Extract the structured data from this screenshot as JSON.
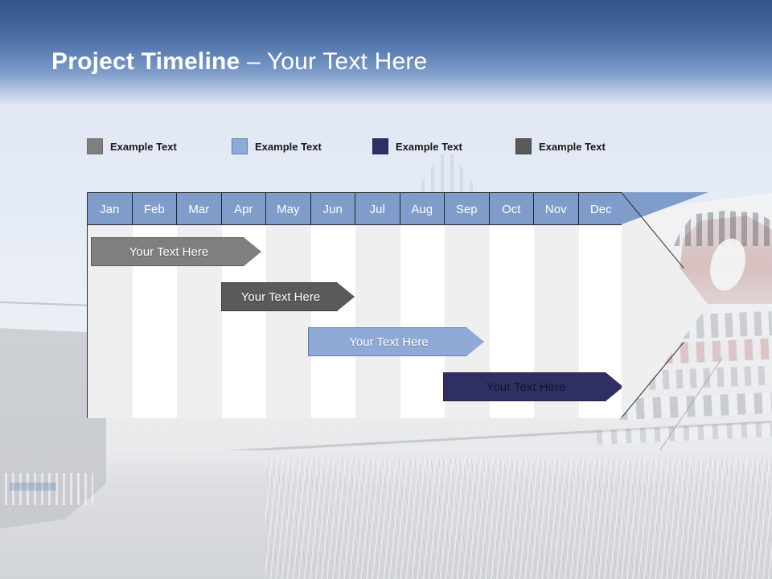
{
  "slide": {
    "title_bold": "Project Timeline",
    "title_dash": " – ",
    "title_rest": "Your Text Here",
    "background_image": "cruise-ship-photo"
  },
  "colors": {
    "band_top": "#33548d",
    "band_bottom": "#e2e9f4",
    "header_blue": "#7f9ccb",
    "stripe_shade": "#efefef",
    "stripe_plain": "#ffffff",
    "bar_gray_light": "#7f7f7f",
    "bar_gray_dark": "#5a5a5a",
    "bar_blue": "#8faad7",
    "bar_navy": "#2e2f63",
    "outline": "#2b2b2b"
  },
  "legend": {
    "items": [
      {
        "label": "Example Text",
        "swatch": "#7f7f7f",
        "swatch_name": "legend-swatch-gray-light"
      },
      {
        "label": "Example Text",
        "swatch": "#8faad7",
        "swatch_name": "legend-swatch-blue"
      },
      {
        "label": "Example Text",
        "swatch": "#2e2f63",
        "swatch_name": "legend-swatch-navy"
      },
      {
        "label": "Example Text",
        "swatch": "#5a5a5a",
        "swatch_name": "legend-swatch-gray-dark"
      }
    ]
  },
  "chart_data": {
    "type": "bar",
    "title": "Project Timeline – Your Text Here",
    "xlabel": "",
    "ylabel": "",
    "grid": true,
    "legend_position": "top",
    "categories": [
      "Jan",
      "Feb",
      "Mar",
      "Apr",
      "May",
      "Jun",
      "Jul",
      "Aug",
      "Sep",
      "Oct",
      "Nov",
      "Dec"
    ],
    "series": [
      {
        "name": "Example Text",
        "label": "Your  Text Here",
        "color": "#7f7f7f",
        "start_month": "Jan",
        "end_month": "Apr",
        "start_index": 0,
        "end_index": 3.8
      },
      {
        "name": "Example Text",
        "label": "Your  Text Here",
        "color": "#5a5a5a",
        "start_month": "Apr",
        "end_month": "Jun",
        "start_index": 3.0,
        "end_index": 6.0
      },
      {
        "name": "Example Text",
        "label": "Your  Text Here",
        "color": "#8faad7",
        "start_month": "Jun",
        "end_month": "Sep",
        "start_index": 4.9,
        "end_index": 8.8
      },
      {
        "name": "Example Text",
        "label": "Your  Text Here",
        "color": "#2e2f63",
        "start_month": "Sep",
        "end_month": "Dec",
        "start_index": 8.0,
        "end_index": 12.0
      }
    ]
  },
  "timeline": {
    "months": [
      "Jan",
      "Feb",
      "Mar",
      "Apr",
      "May",
      "Jun",
      "Jul",
      "Aug",
      "Sep",
      "Oct",
      "Nov",
      "Dec"
    ],
    "bars": [
      {
        "label": "Your  Text Here",
        "name": "timeline-bar-1"
      },
      {
        "label": "Your  Text Here",
        "name": "timeline-bar-2"
      },
      {
        "label": "Your  Text Here",
        "name": "timeline-bar-3"
      },
      {
        "label": "Your  Text Here",
        "name": "timeline-bar-4"
      }
    ]
  }
}
